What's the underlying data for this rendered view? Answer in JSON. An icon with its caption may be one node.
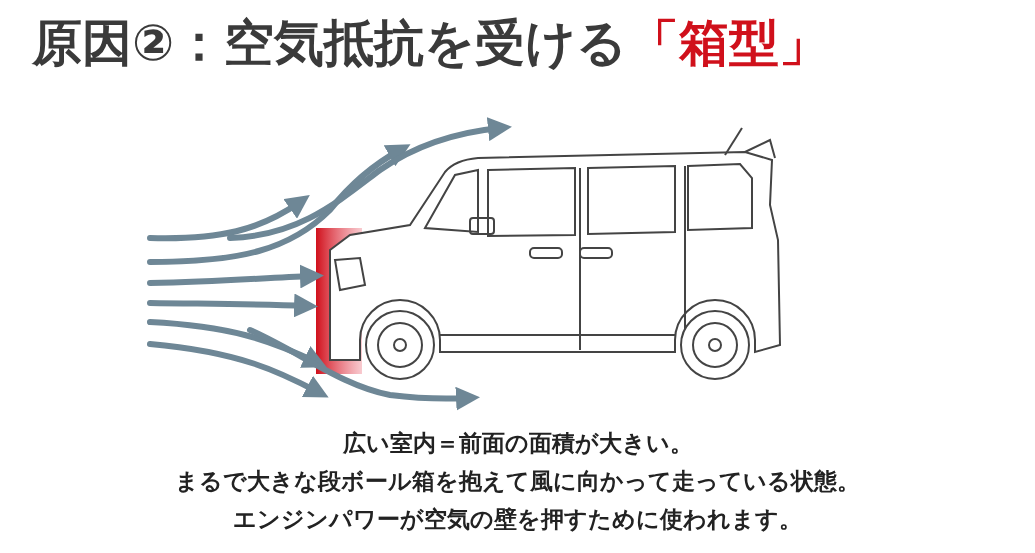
{
  "diagram": {
    "title": "原因②：空気抵抗を受ける",
    "labels": [
      "「箱型」",
      "広い室内＝前面の面積が大きい。",
      "まるで大きな段ボール箱を抱えて風に向かって走っている状態。",
      "エンジンパワーが空気の壁を押すために使われます。"
    ]
  }
}
